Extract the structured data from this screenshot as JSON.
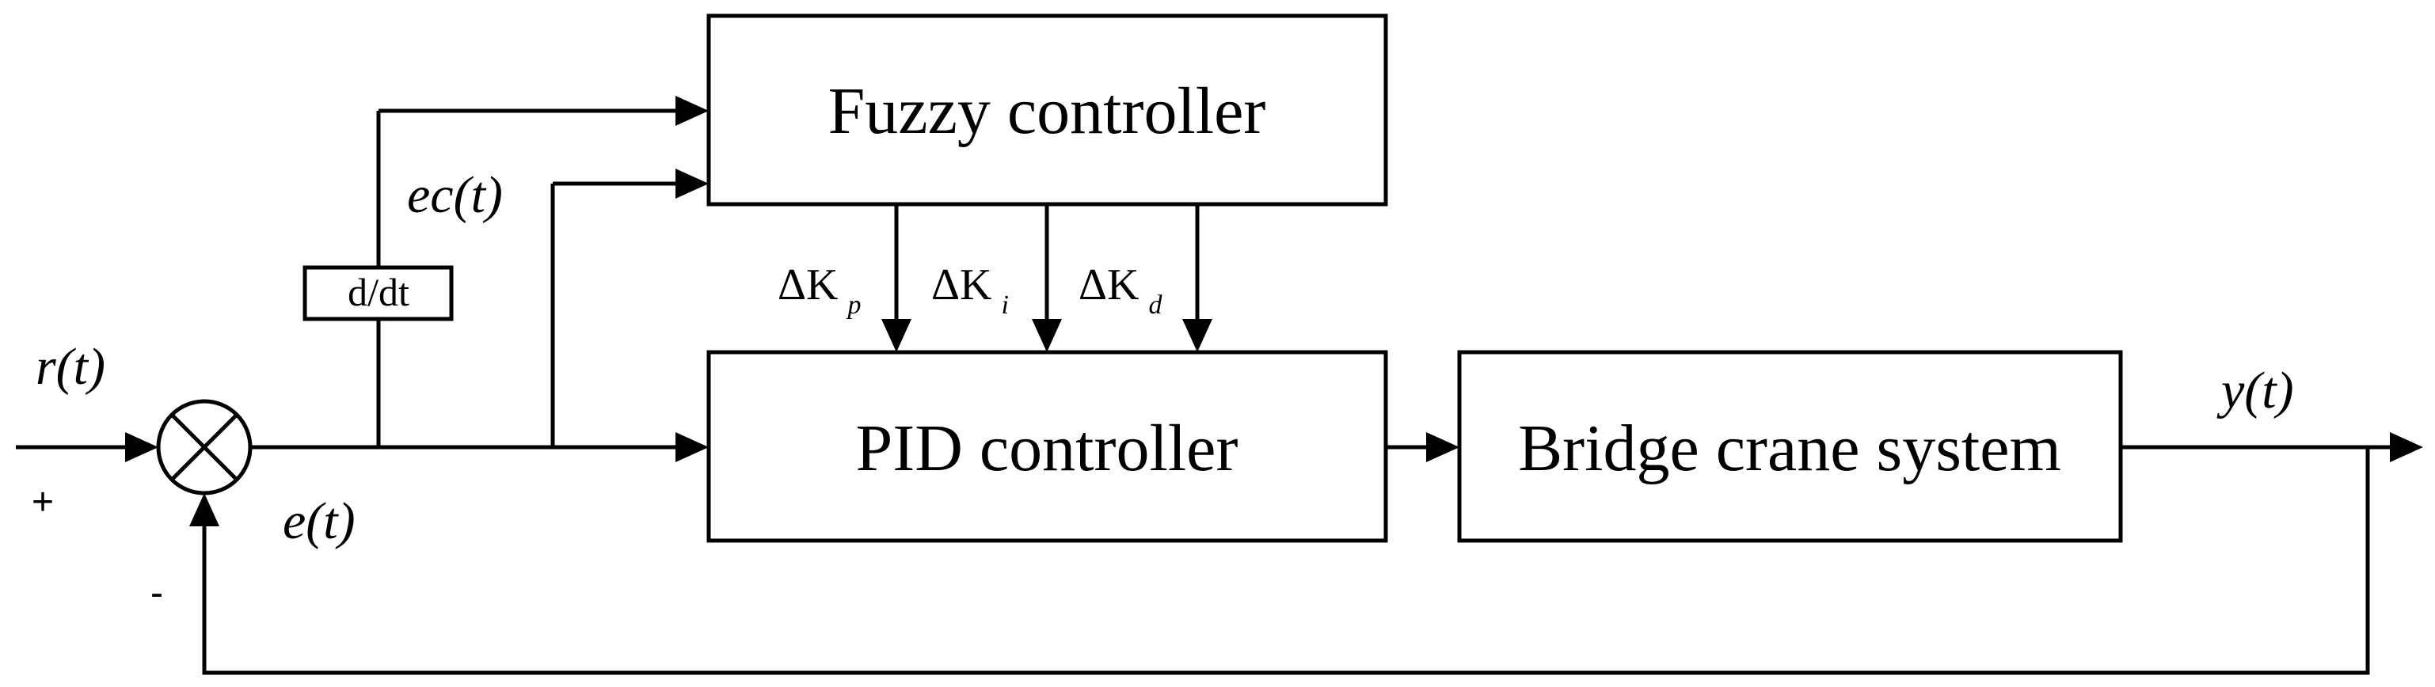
{
  "blocks": {
    "fuzzy": "Fuzzy controller",
    "pid": "PID controller",
    "plant": "Bridge crane system",
    "derivative": "d/dt"
  },
  "signals": {
    "reference": "r(t)",
    "error": "e(t)",
    "error_change": "ec(t)",
    "output": "y(t)",
    "plus": "+",
    "minus": "-"
  },
  "gains": [
    {
      "symbol": "ΔK",
      "subscript": "p"
    },
    {
      "symbol": "ΔK",
      "subscript": "i"
    },
    {
      "symbol": "ΔK",
      "subscript": "d"
    }
  ]
}
